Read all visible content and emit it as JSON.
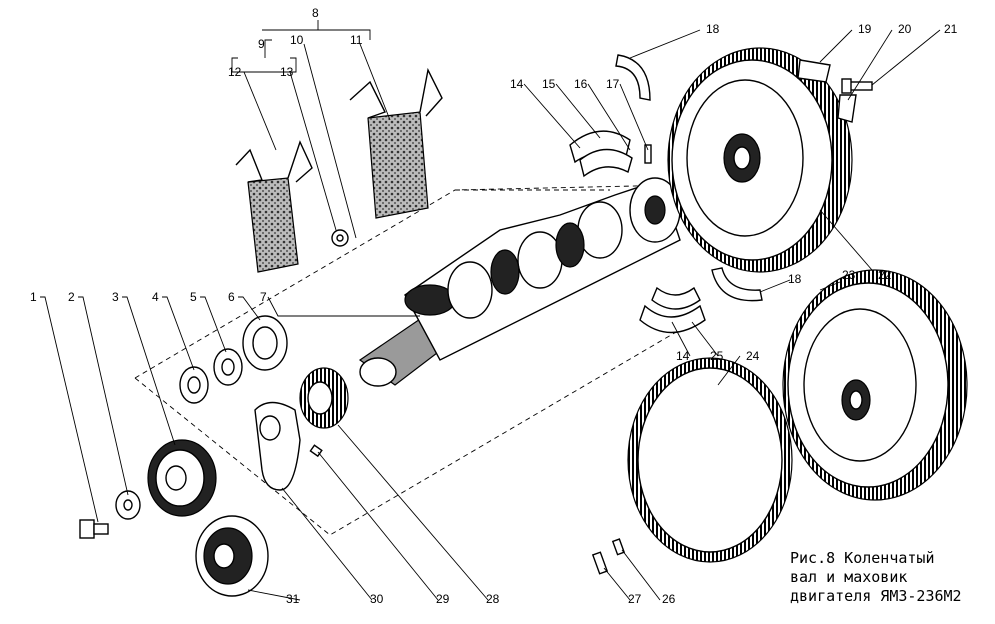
{
  "caption": {
    "line1": "Рис.8 Коленчатый",
    "line2": "вал и маховик",
    "line3": "двигателя ЯМЗ-236М2"
  },
  "callouts": [
    "1",
    "2",
    "3",
    "4",
    "5",
    "6",
    "7",
    "8",
    "9",
    "10",
    "11",
    "12",
    "13",
    "14",
    "15",
    "16",
    "17",
    "18",
    "19",
    "20",
    "21",
    "22",
    "23",
    "24",
    "25",
    "26",
    "27",
    "28",
    "29",
    "30",
    "31",
    "18",
    "14"
  ],
  "icons": [
    "bolt",
    "washer",
    "pulley",
    "gear",
    "crankshaft",
    "flywheel",
    "ring-gear",
    "bearing-shell",
    "thrust-half-ring",
    "counterweight"
  ]
}
